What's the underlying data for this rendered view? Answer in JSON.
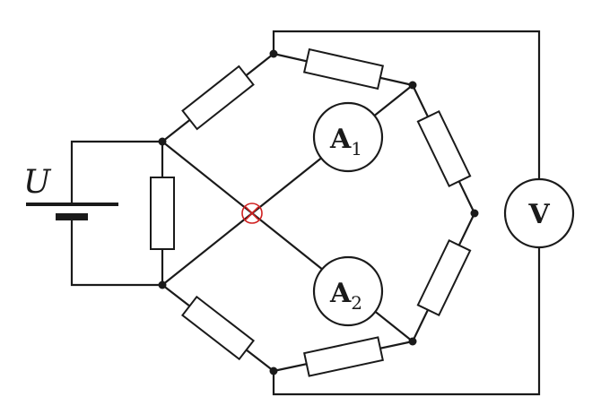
{
  "source": {
    "label": "U"
  },
  "ammeter_1": {
    "letter": "A",
    "index": "1"
  },
  "ammeter_2": {
    "letter": "A",
    "index": "2"
  },
  "voltmeter": {
    "letter": "V"
  },
  "colors": {
    "wire": "#1a1a1a",
    "marker": "#d02020",
    "background": "#ffffff"
  }
}
